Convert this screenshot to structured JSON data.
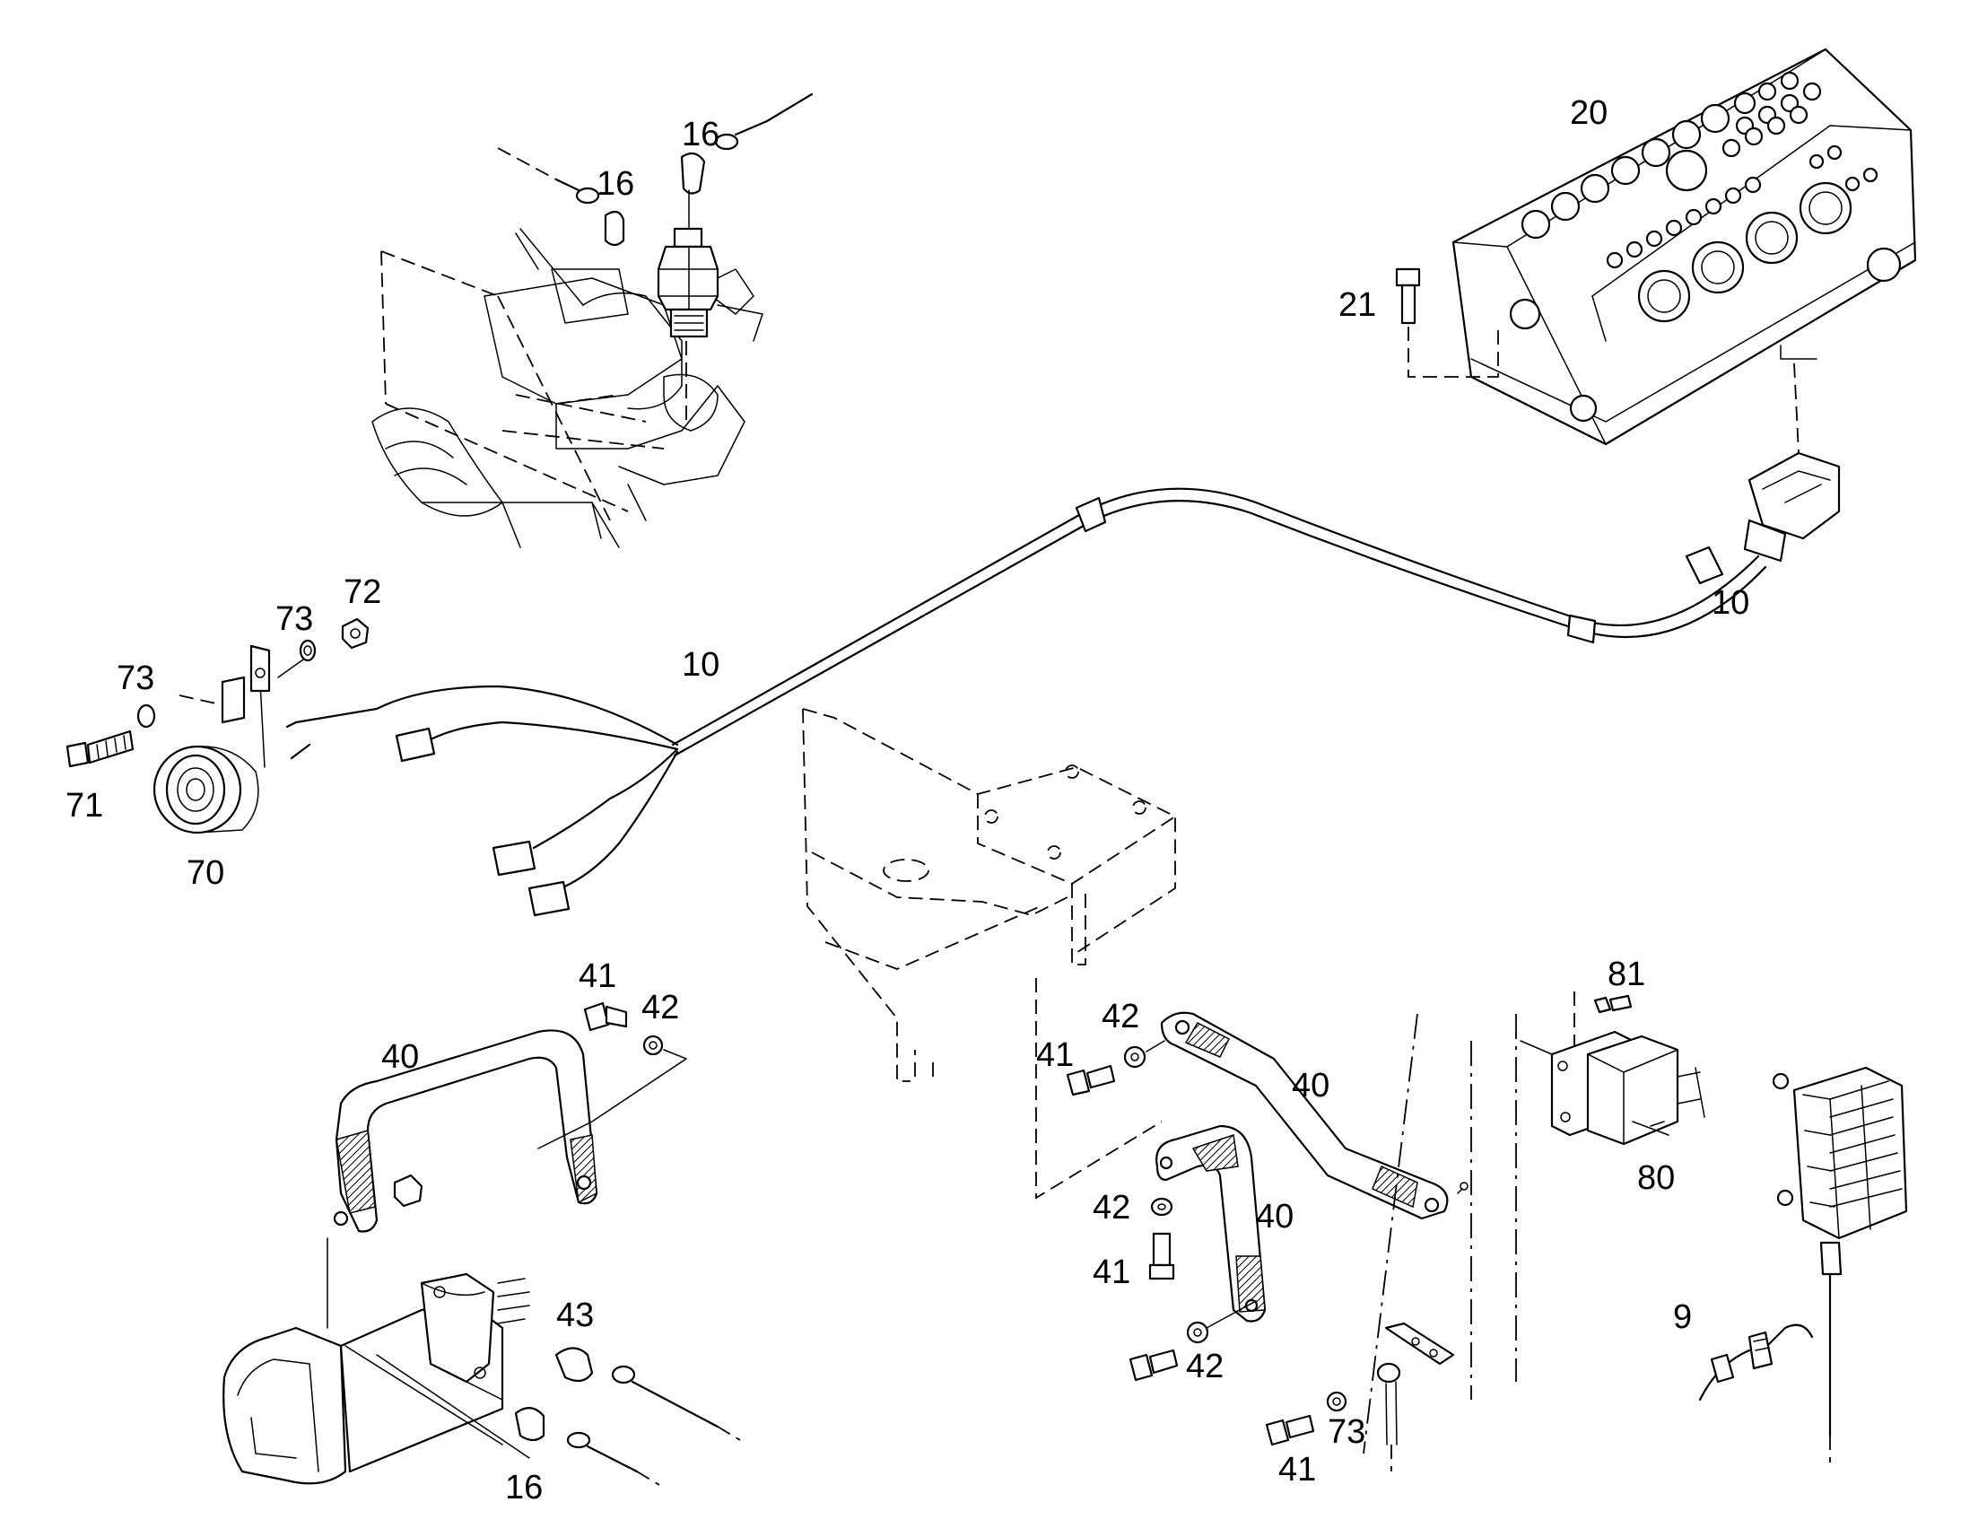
{
  "diagram": {
    "callouts": {
      "c9": "9",
      "c10a": "10",
      "c10b": "10",
      "c16a": "16",
      "c16b": "16",
      "c16c": "16",
      "c20": "20",
      "c21": "21",
      "c40a": "40",
      "c40b": "40",
      "c40c": "40",
      "c41a": "41",
      "c41b": "41",
      "c41c": "41",
      "c41d": "41",
      "c42a": "42",
      "c42b": "42",
      "c42c": "42",
      "c42d": "42",
      "c43": "43",
      "c70": "70",
      "c71": "71",
      "c72": "72",
      "c73a": "73",
      "c73b": "73",
      "c73c": "73",
      "c80": "80",
      "c81": "81"
    }
  }
}
